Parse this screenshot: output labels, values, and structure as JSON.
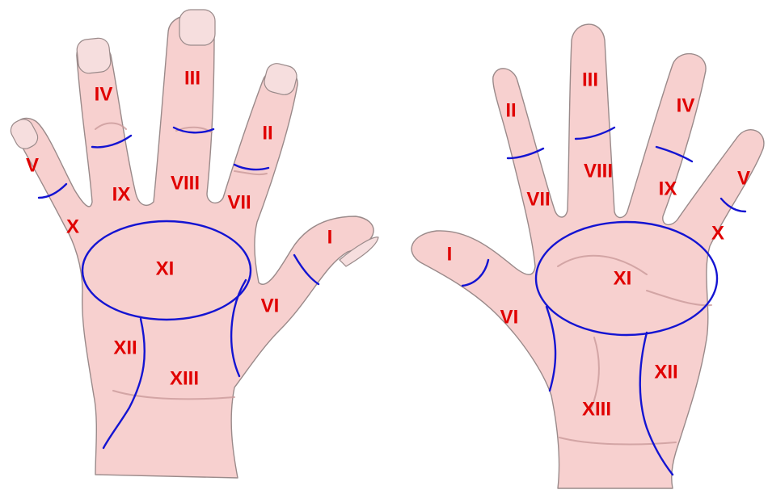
{
  "colors": {
    "skin": "#f7d0cf",
    "outline": "#9a8a8a",
    "zone_line": "#1414d2",
    "label": "#e00000"
  },
  "left_hand": {
    "labels": {
      "thumb_tip": "I",
      "index_distal": "II",
      "middle_distal": "III",
      "ring_distal": "IV",
      "little_distal": "V",
      "thumb_base": "VI",
      "index_proximal": "VII",
      "middle_proximal": "VIII",
      "ring_proximal": "IX",
      "little_proximal": "X",
      "palm_center": "XI",
      "palm_ulnar": "XII",
      "palm_radial": "XIII"
    }
  },
  "right_hand": {
    "labels": {
      "thumb_tip": "I",
      "index_distal": "II",
      "middle_distal": "III",
      "ring_distal": "IV",
      "little_distal": "V",
      "thumb_base": "VI",
      "index_proximal": "VII",
      "middle_proximal": "VIII",
      "ring_proximal": "IX",
      "little_proximal": "X",
      "palm_center": "XI",
      "palm_ulnar": "XII",
      "palm_radial": "XIII"
    }
  }
}
